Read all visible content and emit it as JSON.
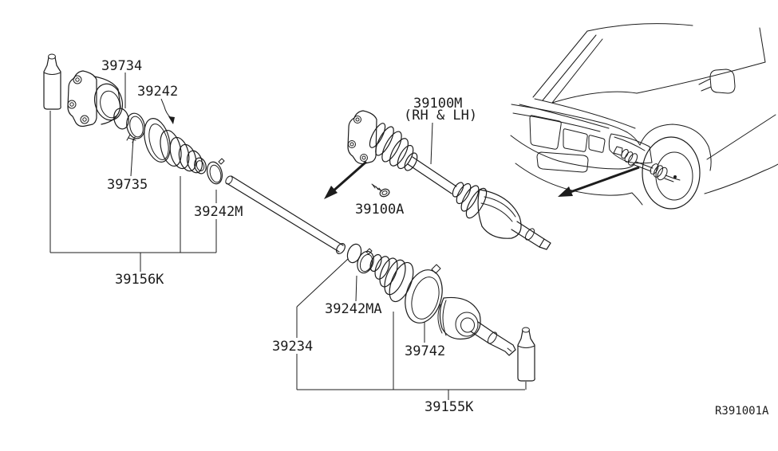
{
  "diagram": {
    "type": "parts-diagram",
    "subject": "front drive shaft / CV joint assembly with vehicle front view",
    "background_color": "#ffffff",
    "line_color": "#1c1c1c"
  },
  "labels": {
    "p39734": "39734",
    "p39242": "39242",
    "p39735": "39735",
    "p39242M": "39242M",
    "p39156K": "39156K",
    "p39100M": "39100M",
    "p39100M_sub": "(RH & LH)",
    "p39100A": "39100A",
    "p39242MA": "39242MA",
    "p39234": "39234",
    "p39742": "39742",
    "p39155K": "39155K"
  },
  "ref_code": "R391001A"
}
